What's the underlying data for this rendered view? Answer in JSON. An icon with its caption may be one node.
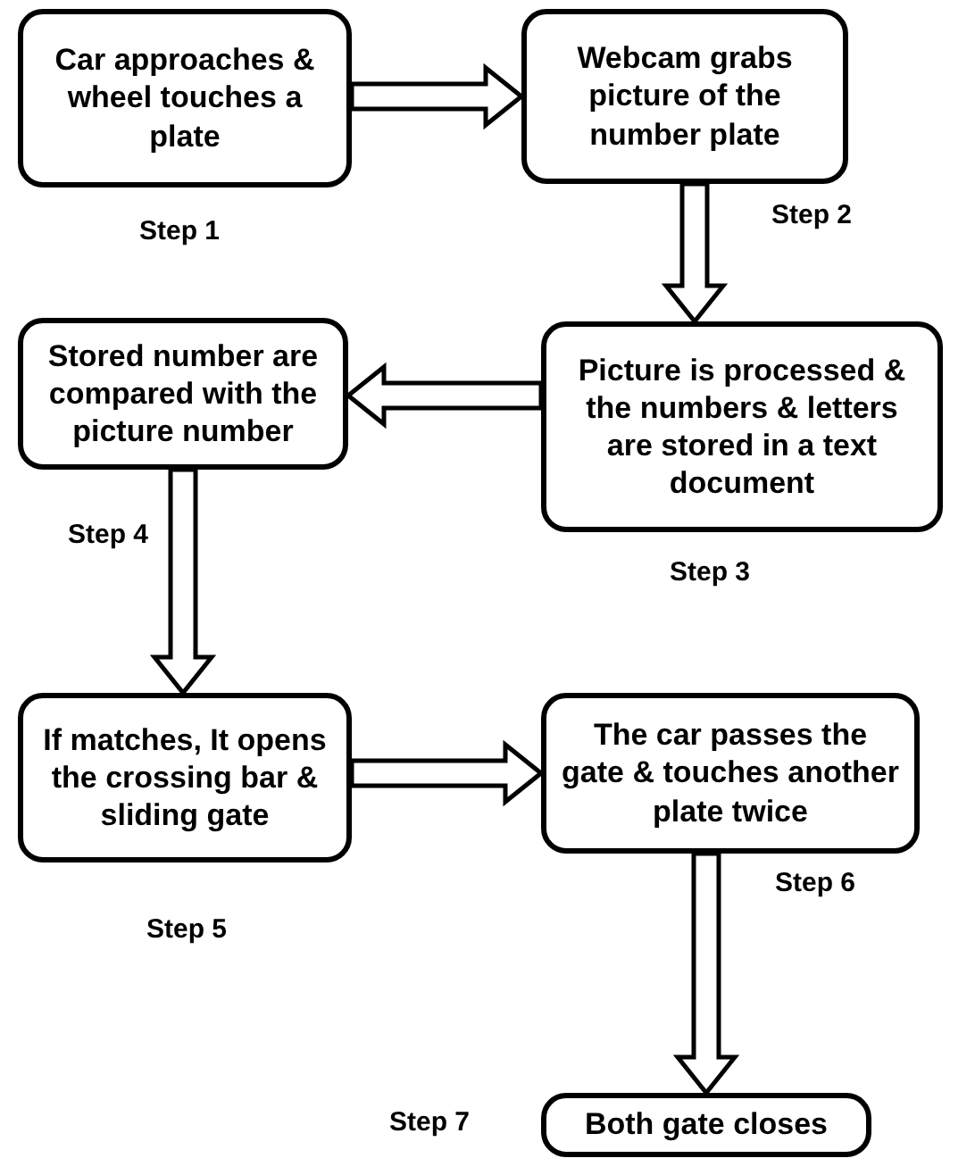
{
  "diagram": {
    "nodes": [
      {
        "text": [
          "Car approaches & wheel touches a plate"
        ],
        "beside": [
          "Step 1"
        ]
      },
      {
        "text": [
          "Webcam grabs picture of the number plate"
        ],
        "beside": [
          "Step 2"
        ]
      },
      {
        "text": [
          "Picture is processed & the numbers & letters are stored in a text document"
        ],
        "beside": [
          "Step 3"
        ]
      },
      {
        "text": [
          "Stored number are compared with the picture number"
        ],
        "beside": [
          "Step 4"
        ]
      },
      {
        "text": [
          "If matches, It opens the crossing bar & sliding gate"
        ],
        "beside": [
          "Step 5"
        ]
      },
      {
        "text": [
          "The car passes the gate & touches another plate twice"
        ],
        "beside": [
          "Step 6"
        ]
      },
      {
        "text": [
          "Both gate closes"
        ],
        "beside": [
          "Step 7"
        ]
      }
    ],
    "edges": [
      {
        "from": 0,
        "to": 1,
        "arrow": "to"
      },
      {
        "from": 1,
        "to": 2,
        "arrow": "to"
      },
      {
        "from": 2,
        "to": 3,
        "arrow": "to"
      },
      {
        "from": 3,
        "to": 4,
        "arrow": "to"
      },
      {
        "from": 4,
        "to": 5,
        "arrow": "to"
      },
      {
        "from": 5,
        "to": 6,
        "arrow": "to"
      }
    ]
  }
}
